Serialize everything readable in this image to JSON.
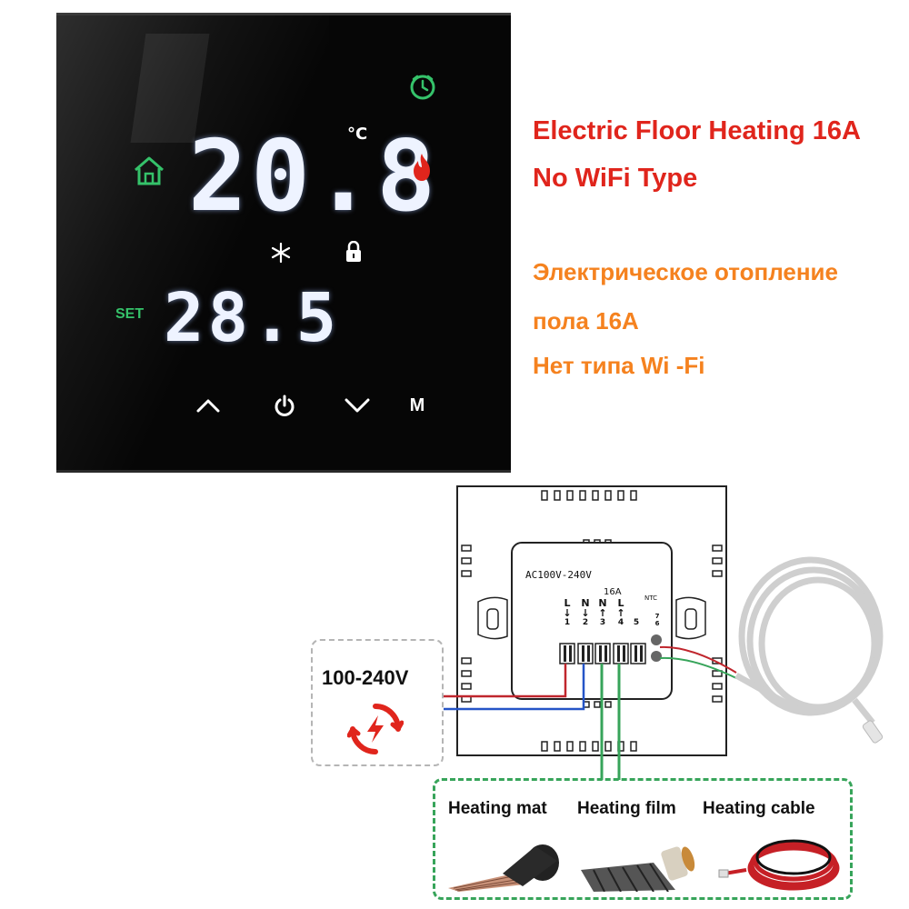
{
  "thermostat": {
    "current_temp": "20.8",
    "temp_unit": "°C",
    "set_label": "SET",
    "set_temp": "28.5",
    "mode_label": "M",
    "icons": [
      "clock-icon",
      "home-icon",
      "flame-icon",
      "snowflake-icon",
      "lock-icon",
      "chevron-up-icon",
      "power-icon",
      "chevron-down-icon"
    ],
    "colors": {
      "display": "#eef3ff",
      "accent_green": "#35c26a",
      "flame": "#e0251c"
    }
  },
  "headline": {
    "en_line1": "Electric Floor Heating 16A",
    "en_line2": "No WiFi Type",
    "ru_line1": "Электрическое отопление",
    "ru_line2": "пола 16A",
    "ru_line3": "Нет типа Wi -Fi",
    "colors": {
      "english": "#e0251c",
      "russian": "#f5821f"
    }
  },
  "wiring": {
    "supply_label": "AC100V-240V",
    "amp_label": "16A",
    "ntc_label": "NTC",
    "terminals": [
      {
        "letter": "L",
        "num": "1"
      },
      {
        "letter": "N",
        "num": "2"
      },
      {
        "letter": "N",
        "num": "3"
      },
      {
        "letter": "L",
        "num": "4"
      },
      {
        "letter": "",
        "num": "5"
      }
    ],
    "ntc_pins": [
      "7",
      "6"
    ],
    "voltage_label": "100-240V",
    "loads": [
      "Heating mat",
      "Heating film",
      "Heating  cable"
    ]
  }
}
